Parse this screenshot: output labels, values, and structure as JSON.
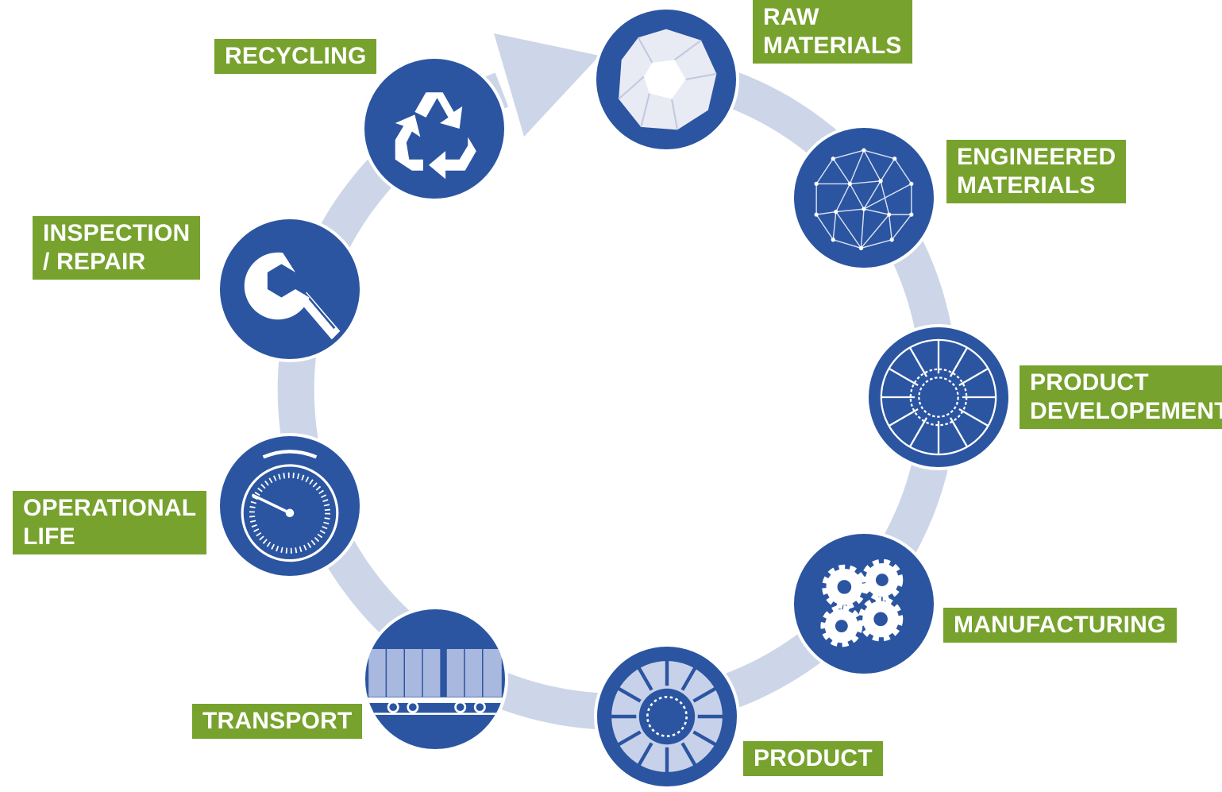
{
  "colors": {
    "node_fill": "#2b55a1",
    "label_fill": "#77a22d",
    "label_text": "#ffffff",
    "cycle_ring": "#cdd6e8"
  },
  "stages": [
    {
      "id": "raw-materials",
      "label": "RAW\nMATERIALS",
      "icon": "polyhedron-icon"
    },
    {
      "id": "engineered-materials",
      "label": "ENGINEERED\nMATERIALS",
      "icon": "mesh-sphere-icon"
    },
    {
      "id": "product-development",
      "label": "PRODUCT\nDEVELOPEMENT",
      "icon": "turbine-blades-icon"
    },
    {
      "id": "manufacturing",
      "label": "MANUFACTURING",
      "icon": "gears-icon"
    },
    {
      "id": "product",
      "label": "PRODUCT",
      "icon": "turbine-icon"
    },
    {
      "id": "transport",
      "label": "TRANSPORT",
      "icon": "railcar-icon"
    },
    {
      "id": "operational-life",
      "label": "OPERATIONAL\nLIFE",
      "icon": "gauge-icon"
    },
    {
      "id": "inspection-repair",
      "label": "INSPECTION\n/ REPAIR",
      "icon": "wrench-icon"
    },
    {
      "id": "recycling",
      "label": "RECYCLING",
      "icon": "recycle-icon"
    }
  ]
}
